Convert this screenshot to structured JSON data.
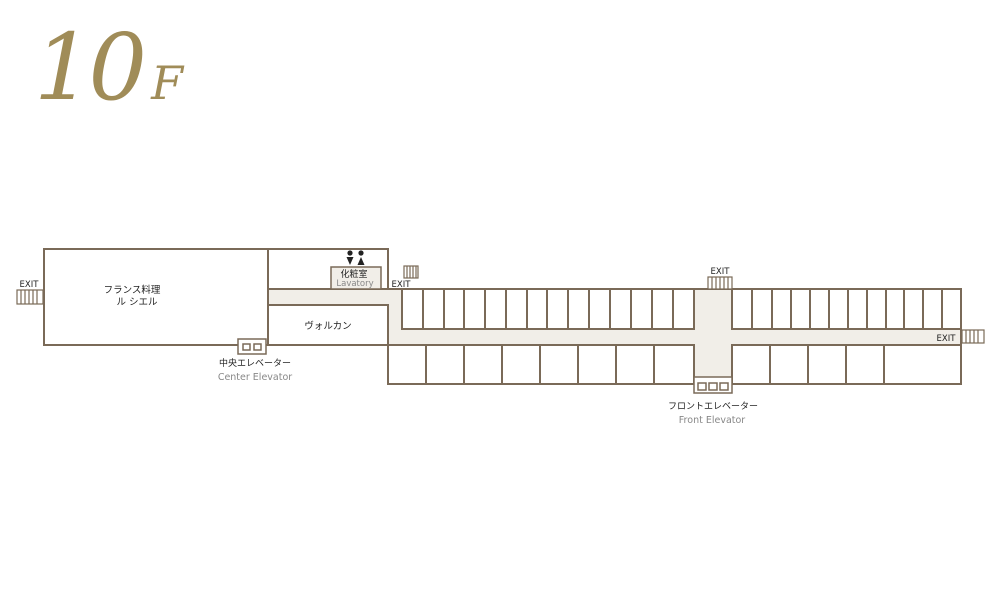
{
  "floor": {
    "number": "10",
    "unit": "F"
  },
  "restaurants": {
    "french": {
      "line1": "フランス料理",
      "line2": "ル シエル"
    },
    "vulcan": "ヴォルカン"
  },
  "lavatory": {
    "jp": "化粧室",
    "en": "Lavatory"
  },
  "elevators": {
    "center": {
      "jp": "中央エレベーター",
      "en": "Center Elevator"
    },
    "front": {
      "jp": "フロントエレベーター",
      "en": "Front Elevator"
    }
  },
  "exits": {
    "west": "EXIT",
    "lavatory_side": "EXIT",
    "north": "EXIT",
    "east": "EXIT"
  },
  "colors": {
    "title": "#a08c58",
    "wall": "#7a6a58",
    "corridor": "#f1eee8",
    "label": "#222222",
    "sublabel": "#888888"
  },
  "icons": {
    "restroom": "restroom-icon",
    "exit_stair": "exit-stair-icon",
    "elevator": "elevator-icon"
  }
}
